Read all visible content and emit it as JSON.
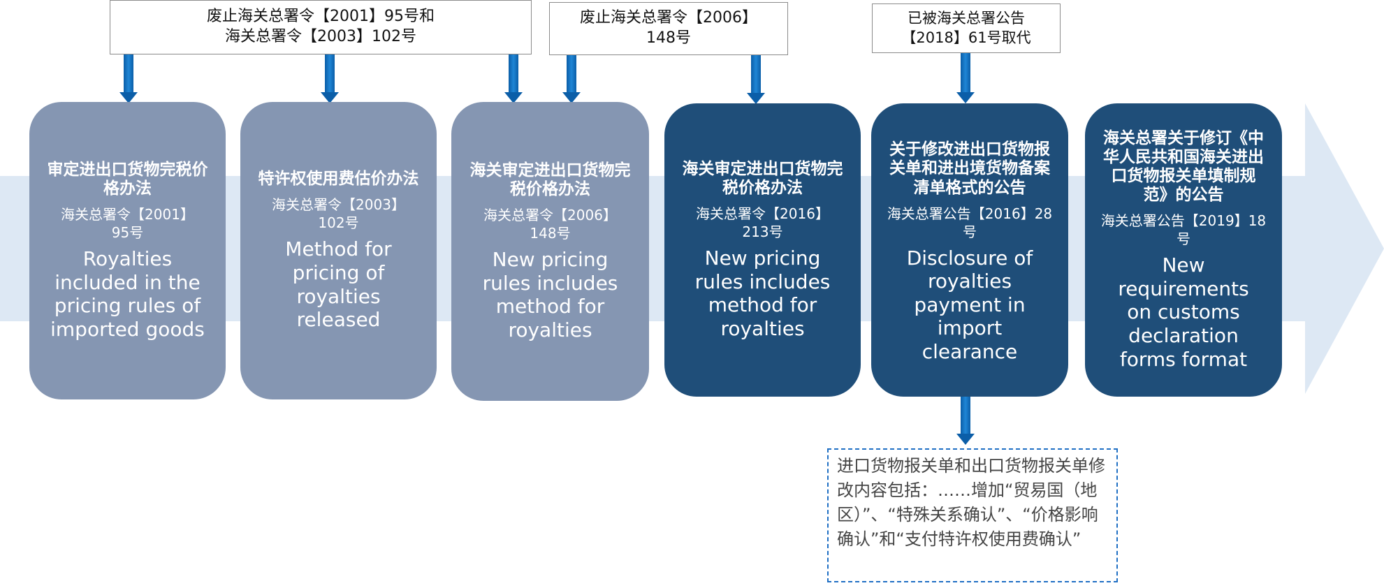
{
  "annotations": [
    {
      "line1": "废止海关总署令【2001】95号和",
      "line2": "海关总署令【2003】102号"
    },
    {
      "line1": "废止海关总署令【2006】",
      "line2": "148号"
    },
    {
      "line1": "已被海关总署公告",
      "line2": "【2018】61号取代"
    }
  ],
  "cards": [
    {
      "title": "审定进出口货物完税价格办法",
      "ref": "海关总署令【2001】95号",
      "desc": "Royalties included in the pricing rules of imported goods",
      "style": "light"
    },
    {
      "title": "特许权使用费估价办法",
      "ref": "海关总署令【2003】102号",
      "desc": "Method for pricing of royalties released",
      "style": "light"
    },
    {
      "title": "海关审定进出口货物完税价格办法",
      "ref": "海关总署令【2006】148号",
      "desc": "New pricing rules includes method for royalties",
      "style": "light"
    },
    {
      "title": "海关审定进出口货物完税价格办法",
      "ref": "海关总署令【2016】213号",
      "desc": "New pricing rules includes method for royalties",
      "style": "dark"
    },
    {
      "title": "关于修改进出口货物报关单和进出境货物备案清单格式的公告",
      "ref": "海关总署公告【2016】28号",
      "desc": "Disclosure of royalties payment in import clearance",
      "style": "dark"
    },
    {
      "title": "海关总署关于修订《中华人民共和国海关进出口货物报关单填制规范》的公告",
      "ref": "海关总署公告【2019】18号",
      "desc": "New requirements on customs declaration forms format",
      "style": "dark"
    }
  ],
  "detail": {
    "text": "进口货物报关单和出口货物报关单修改内容包括：……增加“贸易国（地区）”、“特殊关系确认”、“价格影响确认”和“支付特许权使用费确认”"
  },
  "colors": {
    "card_light": "#8596b2",
    "card_dark": "#1f4e79",
    "arrow": "#0b5ea8",
    "band": "#dde8f4",
    "detail_border": "#1f6fc4"
  }
}
